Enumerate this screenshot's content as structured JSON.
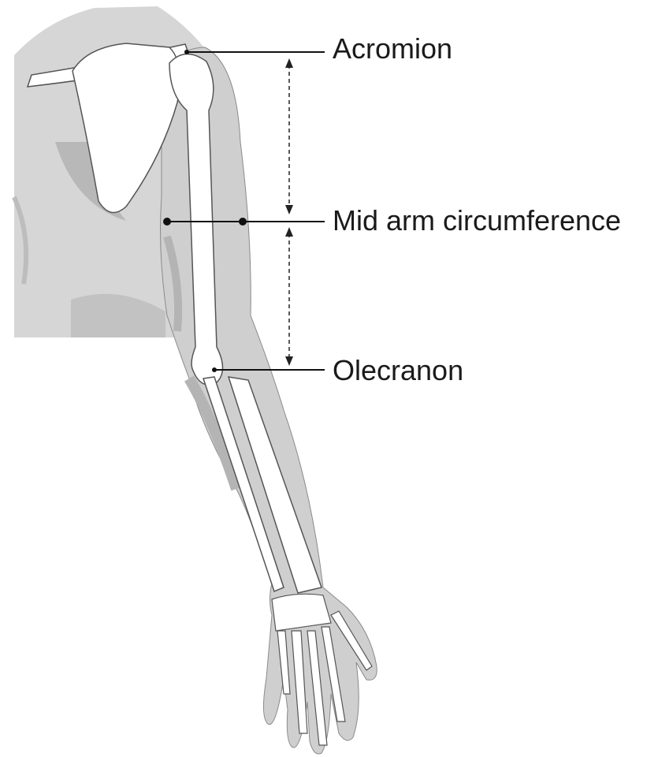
{
  "labels": {
    "acromion": "Acromion",
    "mid_arm": "Mid arm circumference",
    "olecranon": "Olecranon"
  },
  "colors": {
    "torso": "#d6d6d6",
    "skin": "#cfcfcf",
    "skin_shadow": "#b4b4b4",
    "bone": "#ffffff",
    "outline": "#555555",
    "line": "#111111"
  }
}
